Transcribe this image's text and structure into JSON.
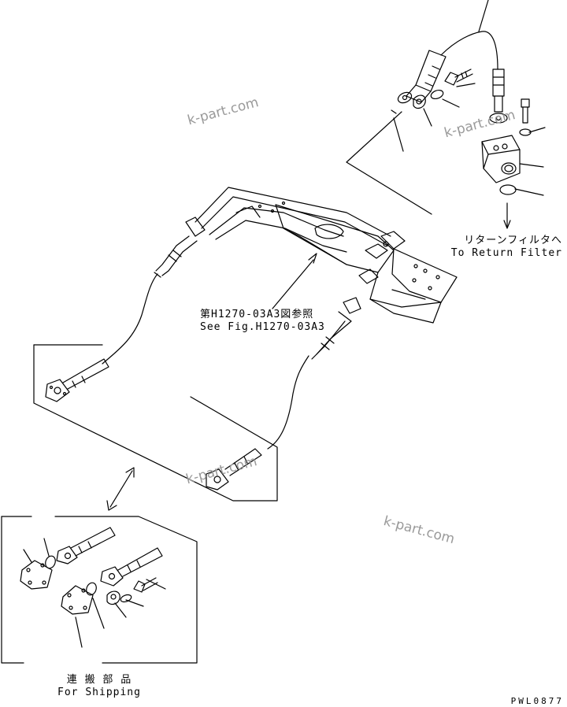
{
  "return_filter": {
    "jp": "リターンフィルタへ",
    "en": "To Return Filter"
  },
  "figure_ref": {
    "jp": "第H1270-03A3図参照",
    "en": "See Fig.H1270-03A3"
  },
  "shipping": {
    "jp": "連 搬 部 品",
    "en": "For Shipping"
  },
  "watermark": "k-part.com",
  "drawing_code": "PWL0877"
}
